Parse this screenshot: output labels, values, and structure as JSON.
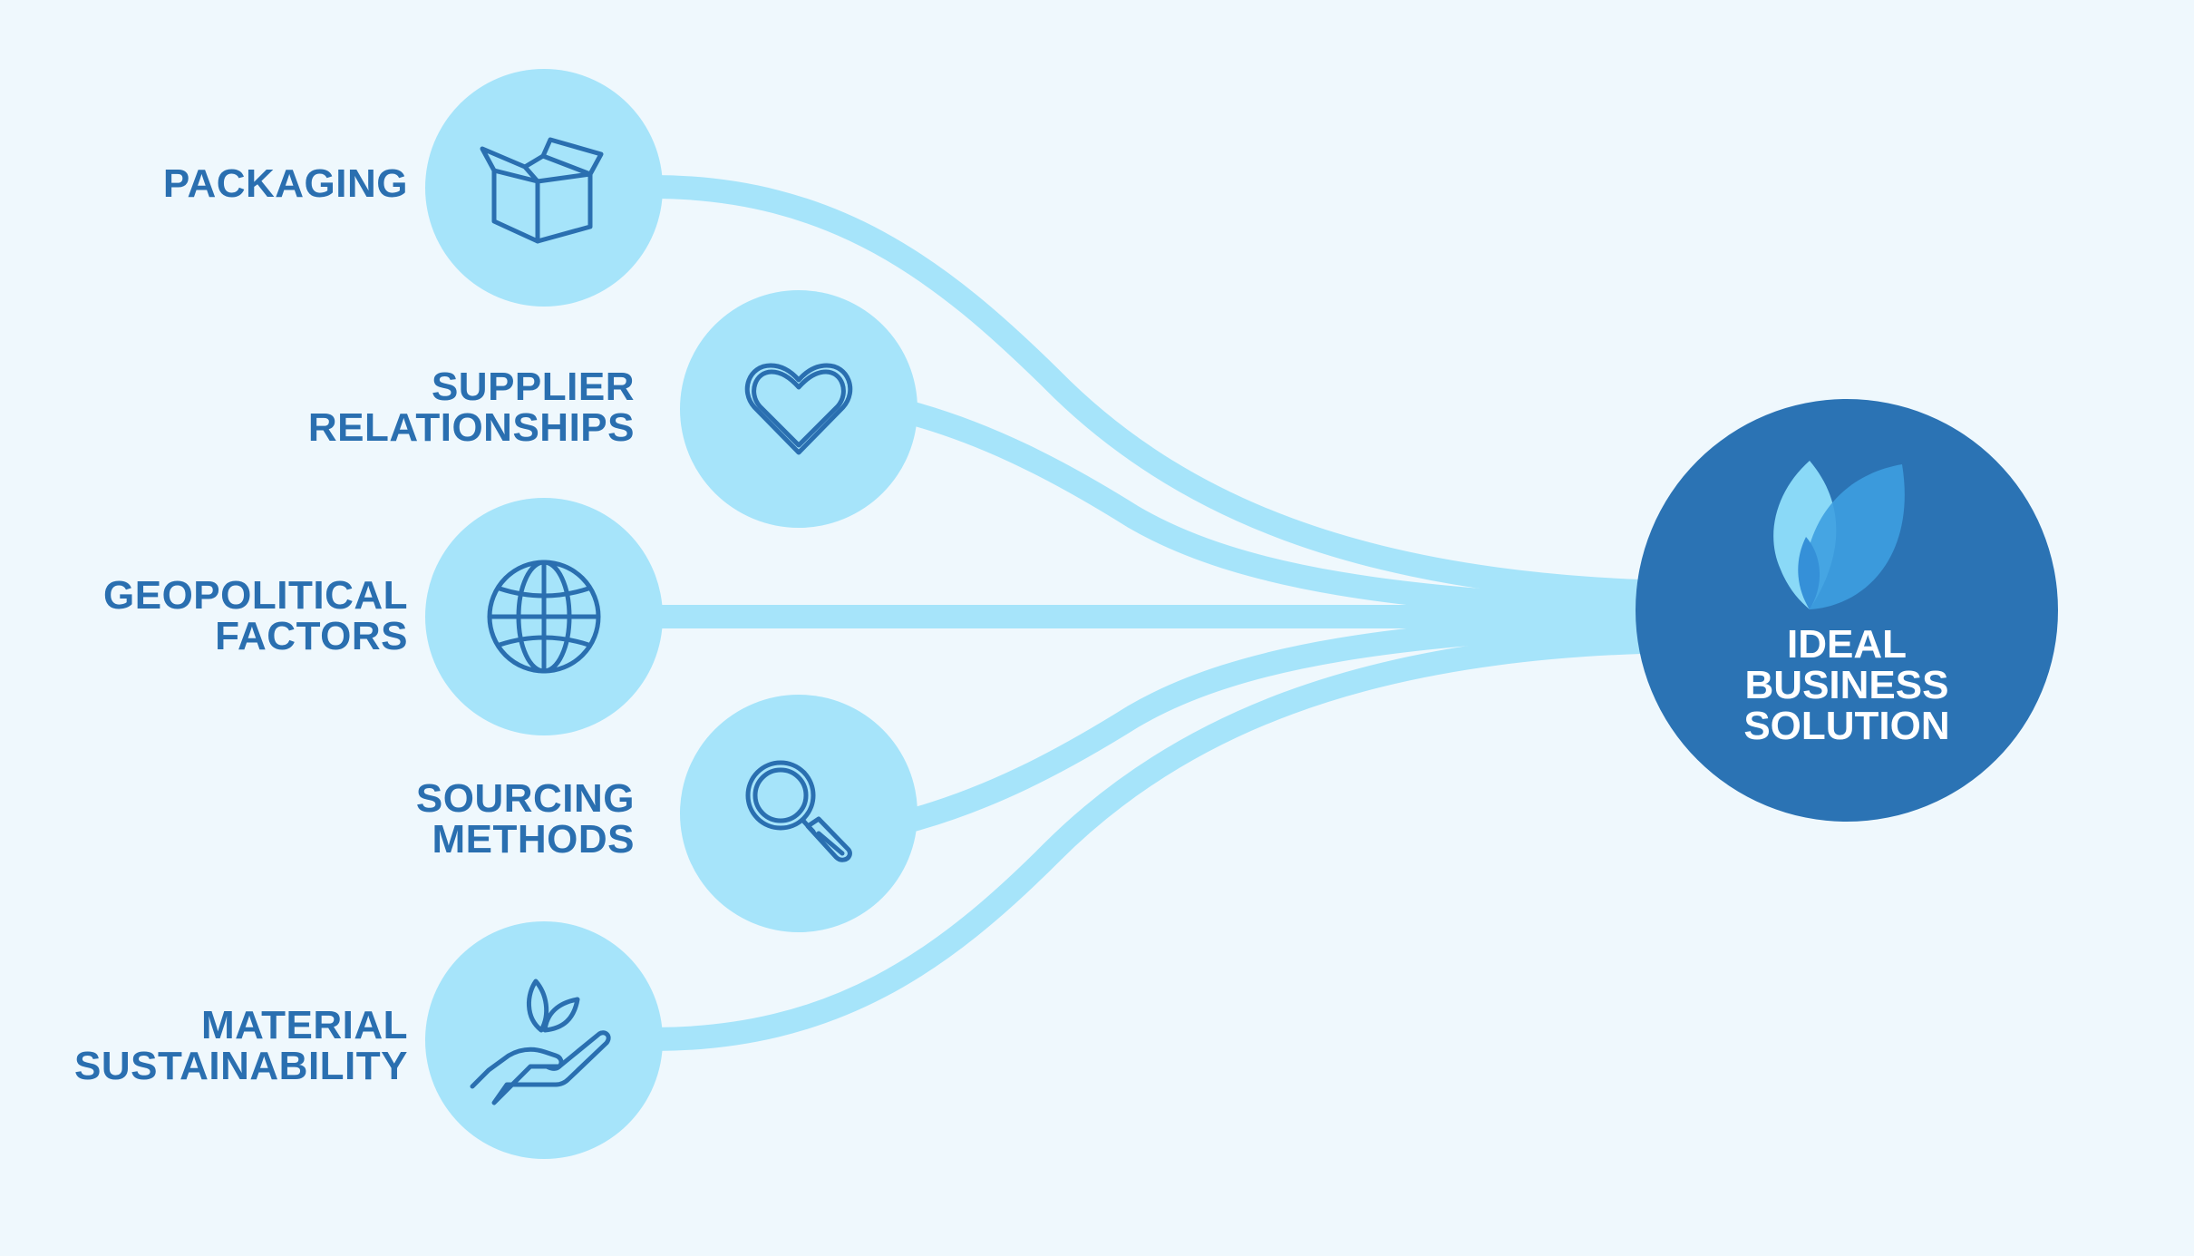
{
  "colors": {
    "background": "#eff8fd",
    "node_fill": "#a6e4fa",
    "connector": "#a6e4fa",
    "label_text": "#2a6fb0",
    "icon_stroke": "#2a6fb0",
    "target_fill": "#2b73b4",
    "target_text": "#ffffff",
    "leaf_light": "#8ad9f7",
    "leaf_mid": "#3d9fe0"
  },
  "nodes": [
    {
      "id": "packaging",
      "label_lines": [
        "PACKAGING"
      ],
      "icon": "open-box-icon"
    },
    {
      "id": "supplier-relationships",
      "label_lines": [
        "SUPPLIER",
        "RELATIONSHIPS"
      ],
      "icon": "heart-icon"
    },
    {
      "id": "geopolitical-factors",
      "label_lines": [
        "GEOPOLITICAL",
        "FACTORS"
      ],
      "icon": "globe-icon"
    },
    {
      "id": "sourcing-methods",
      "label_lines": [
        "SOURCING",
        "METHODS"
      ],
      "icon": "magnifier-icon"
    },
    {
      "id": "material-sustainability",
      "label_lines": [
        "MATERIAL",
        "SUSTAINABILITY"
      ],
      "icon": "hand-with-sprout-icon"
    }
  ],
  "target": {
    "label_lines": [
      "IDEAL",
      "BUSINESS",
      "SOLUTION"
    ],
    "icon": "leaf-logo-icon"
  }
}
